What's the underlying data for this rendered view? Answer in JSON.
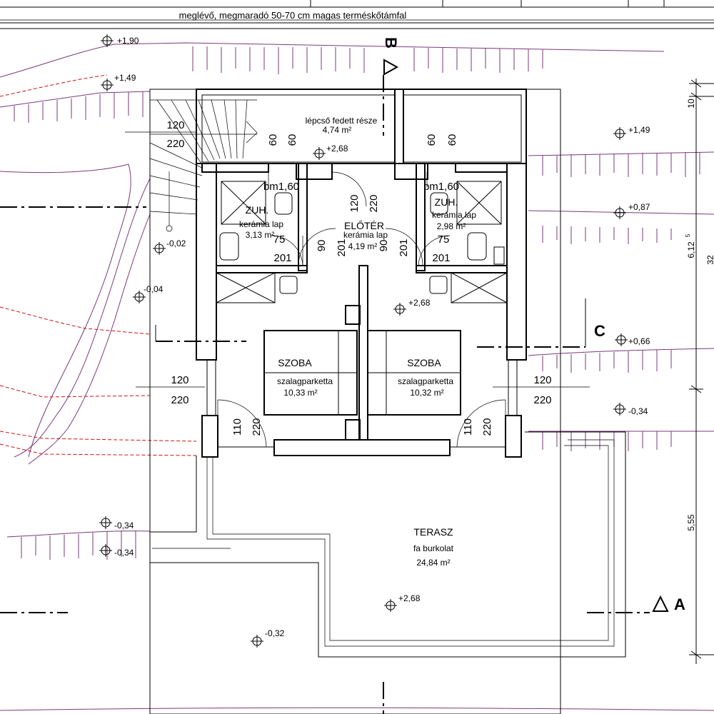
{
  "header": {
    "note": "meglévő, megmaradó 50-70 cm magas terméskőtámfal"
  },
  "rooms": [
    {
      "name": "lépcső fedett része",
      "area": "4,74 m²"
    },
    {
      "name": "ZUH.",
      "floor": "kerámia lap",
      "area": "3,13 m²"
    },
    {
      "name": "ELŐTÉR",
      "floor": "kerámia lap",
      "area": "4,19 m²"
    },
    {
      "name": "ZUH.",
      "floor": "kerámia lap",
      "area": "2,98 m²"
    },
    {
      "name": "SZOBA",
      "floor": "szalagparketta",
      "area": "10,33 m²"
    },
    {
      "name": "SZOBA",
      "floor": "szalagparketta",
      "area": "10,32 m²"
    },
    {
      "name": "TERASZ",
      "floor": "fa burkolat",
      "area": "24,84 m²"
    }
  ],
  "levels": [
    "+1,90",
    "+1,49",
    "+2,68",
    "+1,49",
    "+0,87",
    "-0,02",
    "-0,04",
    "+2,68",
    "+0,66",
    "-0,34",
    "-0,34",
    "-0,34",
    "+2,68",
    "-0,32"
  ],
  "dimensions": {
    "d120": "120",
    "d220": "220",
    "d60": "60",
    "d90": "90",
    "d75": "75",
    "d201": "201",
    "d110": "110",
    "bm_left": "bm1,60",
    "bm_right": "bm1,60",
    "right_10": "10",
    "right_612": "6,12",
    "right_612_sup": "5",
    "right_32": "32",
    "right_555": "5,55"
  },
  "section_markers": {
    "a": "A",
    "b": "B",
    "c": "C"
  },
  "colors": {
    "terrain": "#7a3a7a",
    "red_line": "#d01010",
    "lines": "#000000"
  }
}
